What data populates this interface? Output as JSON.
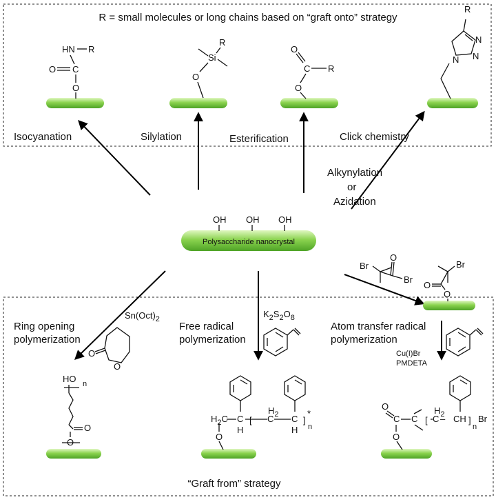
{
  "header": {
    "top_title": "R = small molecules or long chains based on “graft onto” strategy",
    "bottom_title": "“Graft from” strategy"
  },
  "center": {
    "label": "Polysaccharide nanocrystal",
    "oh": "OH"
  },
  "reactions": {
    "isocyanation": "Isocyanation",
    "silylation": "Silylation",
    "esterification": "Esterification",
    "click": "Click chemistry",
    "alkynylation": "Alkynylation",
    "or": "or",
    "azidation": "Azidation",
    "rop_line1": "Ring opening",
    "rop_line2": "polymerization",
    "frp_line1": "Free radical",
    "frp_line2": "polymerization",
    "atrp_line1": "Atom transfer radical",
    "atrp_line2": "polymerization"
  },
  "reagents": {
    "sn_oct": "Sn(Oct)",
    "sn_sub": "2",
    "k2s2o8_k": "K",
    "k2s2o8_2a": "2",
    "k2s2o8_s": "S",
    "k2s2o8_2b": "2",
    "k2s2o8_o": "O",
    "k2s2o8_8": "8",
    "cubr": "Cu(I)Br",
    "pmdeta": "PMDETA"
  },
  "atoms": {
    "HN": "HN",
    "R": "R",
    "O": "O",
    "C": "C",
    "Si": "Si",
    "N": "N",
    "Br": "Br",
    "HO": "HO",
    "H2": "H",
    "H": "H",
    "two": "2",
    "n": "n",
    "star": "*",
    "CH": "CH",
    "dash": "–"
  },
  "colors": {
    "crystal_light": "#c9ef9a",
    "crystal_dark": "#5fb62f"
  }
}
